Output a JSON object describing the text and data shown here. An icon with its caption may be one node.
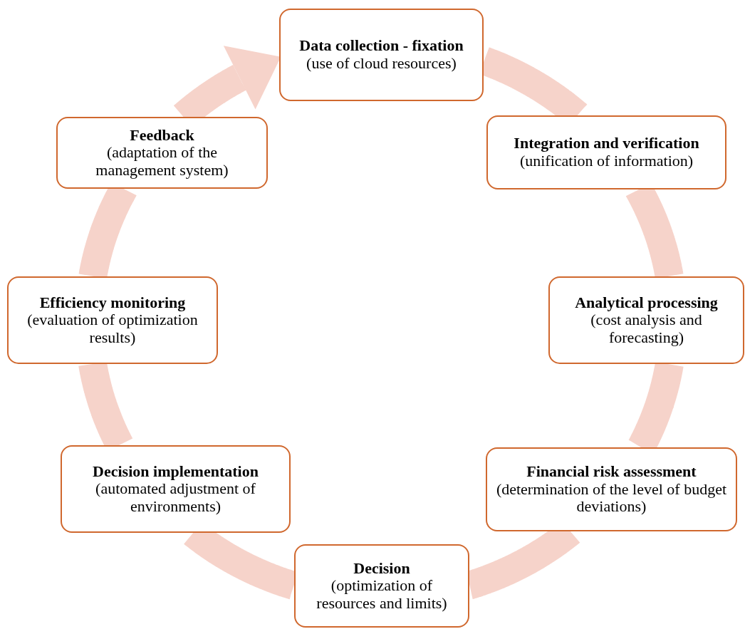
{
  "diagram": {
    "nodes": [
      {
        "text": [
          "Data collection - fixation",
          "(use of cloud resources)"
        ]
      },
      {
        "text": [
          "Integration and verification",
          "(unification of information)"
        ]
      },
      {
        "text": [
          "Analytical processing",
          "(cost analysis and forecasting)"
        ]
      },
      {
        "text": [
          "Financial risk assessment",
          "(determination of the level of budget deviations)"
        ]
      },
      {
        "text": [
          "Decision",
          "(optimization of resources and limits)"
        ]
      },
      {
        "text": [
          "Decision implementation",
          "(automated adjustment of environments)"
        ]
      },
      {
        "text": [
          "Efficiency monitoring",
          "(evaluation of optimization results)"
        ]
      },
      {
        "text": [
          "Feedback",
          "(adaptation of the management system)"
        ]
      }
    ],
    "edges": [
      {
        "from": 0,
        "to": 1,
        "arrow": "none"
      },
      {
        "from": 1,
        "to": 2,
        "arrow": "none"
      },
      {
        "from": 2,
        "to": 3,
        "arrow": "none"
      },
      {
        "from": 3,
        "to": 4,
        "arrow": "none"
      },
      {
        "from": 4,
        "to": 5,
        "arrow": "none"
      },
      {
        "from": 5,
        "to": 6,
        "arrow": "none"
      },
      {
        "from": 6,
        "to": 7,
        "arrow": "none"
      },
      {
        "from": 7,
        "to": 0,
        "arrow": "to"
      }
    ]
  }
}
